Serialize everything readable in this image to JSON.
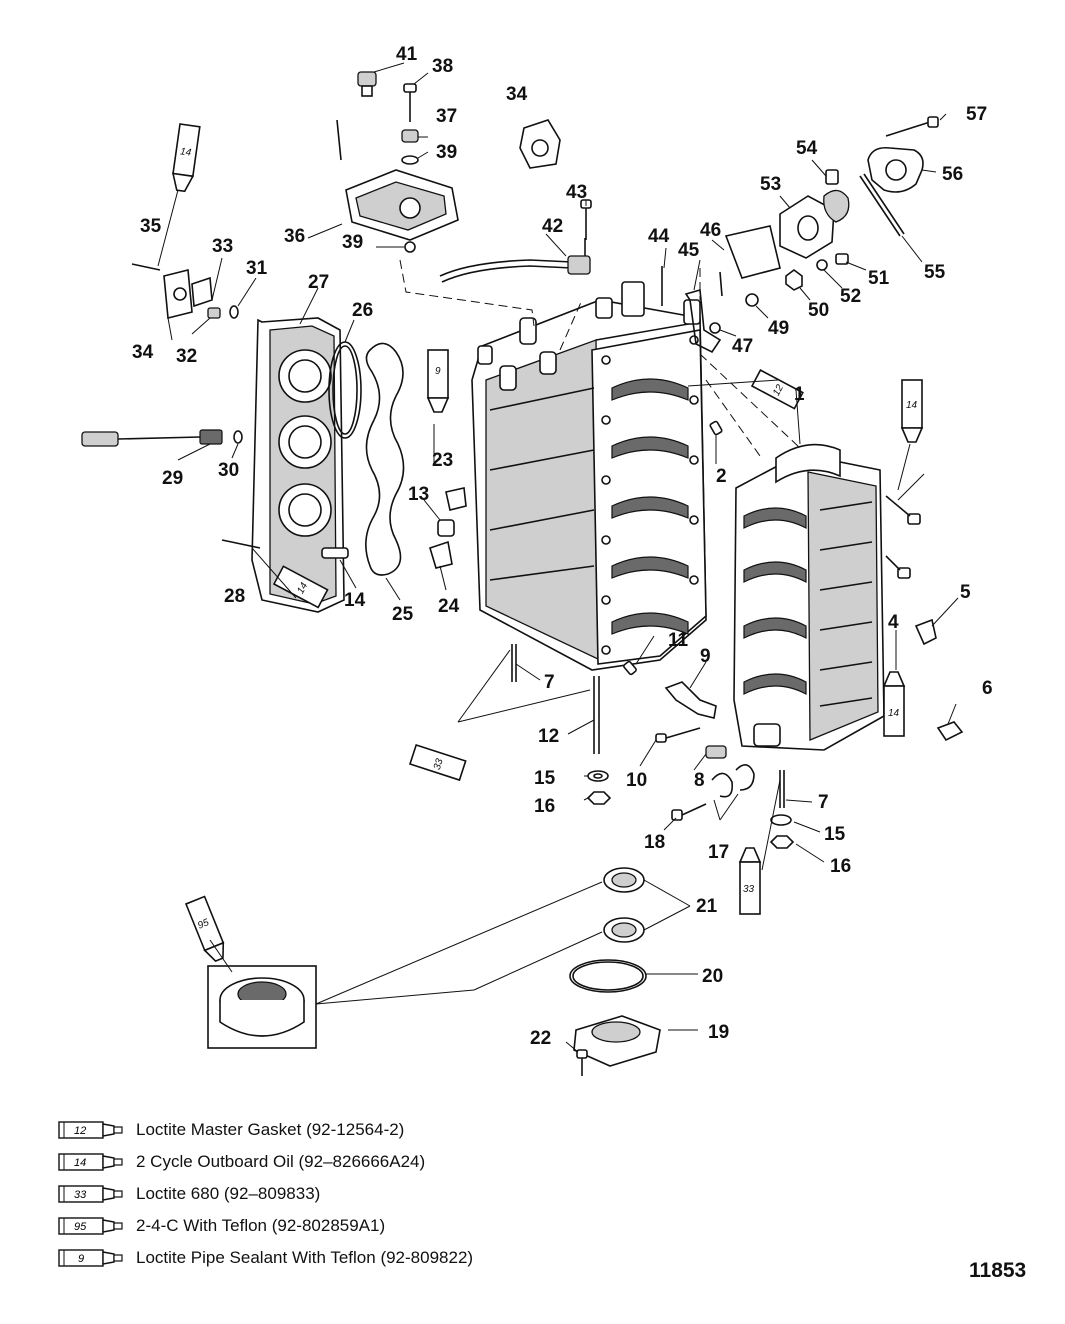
{
  "figure_number": "11853",
  "callouts": [
    "1",
    "2",
    "4",
    "5",
    "6",
    "7",
    "7",
    "8",
    "9",
    "10",
    "11",
    "12",
    "13",
    "14",
    "14",
    "15",
    "15",
    "16",
    "16",
    "17",
    "18",
    "19",
    "20",
    "21",
    "22",
    "23",
    "24",
    "25",
    "26",
    "27",
    "28",
    "29",
    "30",
    "31",
    "32",
    "33",
    "34",
    "34",
    "35",
    "36",
    "37",
    "38",
    "39",
    "39",
    "41",
    "42",
    "43",
    "44",
    "45",
    "46",
    "47",
    "49",
    "50",
    "51",
    "52",
    "53",
    "54",
    "55",
    "56",
    "57"
  ],
  "tube_marks": [
    "14",
    "14",
    "14",
    "14",
    "12",
    "9",
    "33",
    "33",
    "95"
  ],
  "legend": [
    {
      "number": "12",
      "text": "Loctite Master Gasket (92-12564-2)"
    },
    {
      "number": "14",
      "text": "2 Cycle Outboard Oil (92–826666A24)"
    },
    {
      "number": "33",
      "text": "Loctite 680 (92–809833)"
    },
    {
      "number": "95",
      "text": "2-4-C With Teflon (92-802859A1)"
    },
    {
      "number": "9",
      "text": "Loctite Pipe Sealant With Teflon (92-809822)"
    }
  ]
}
